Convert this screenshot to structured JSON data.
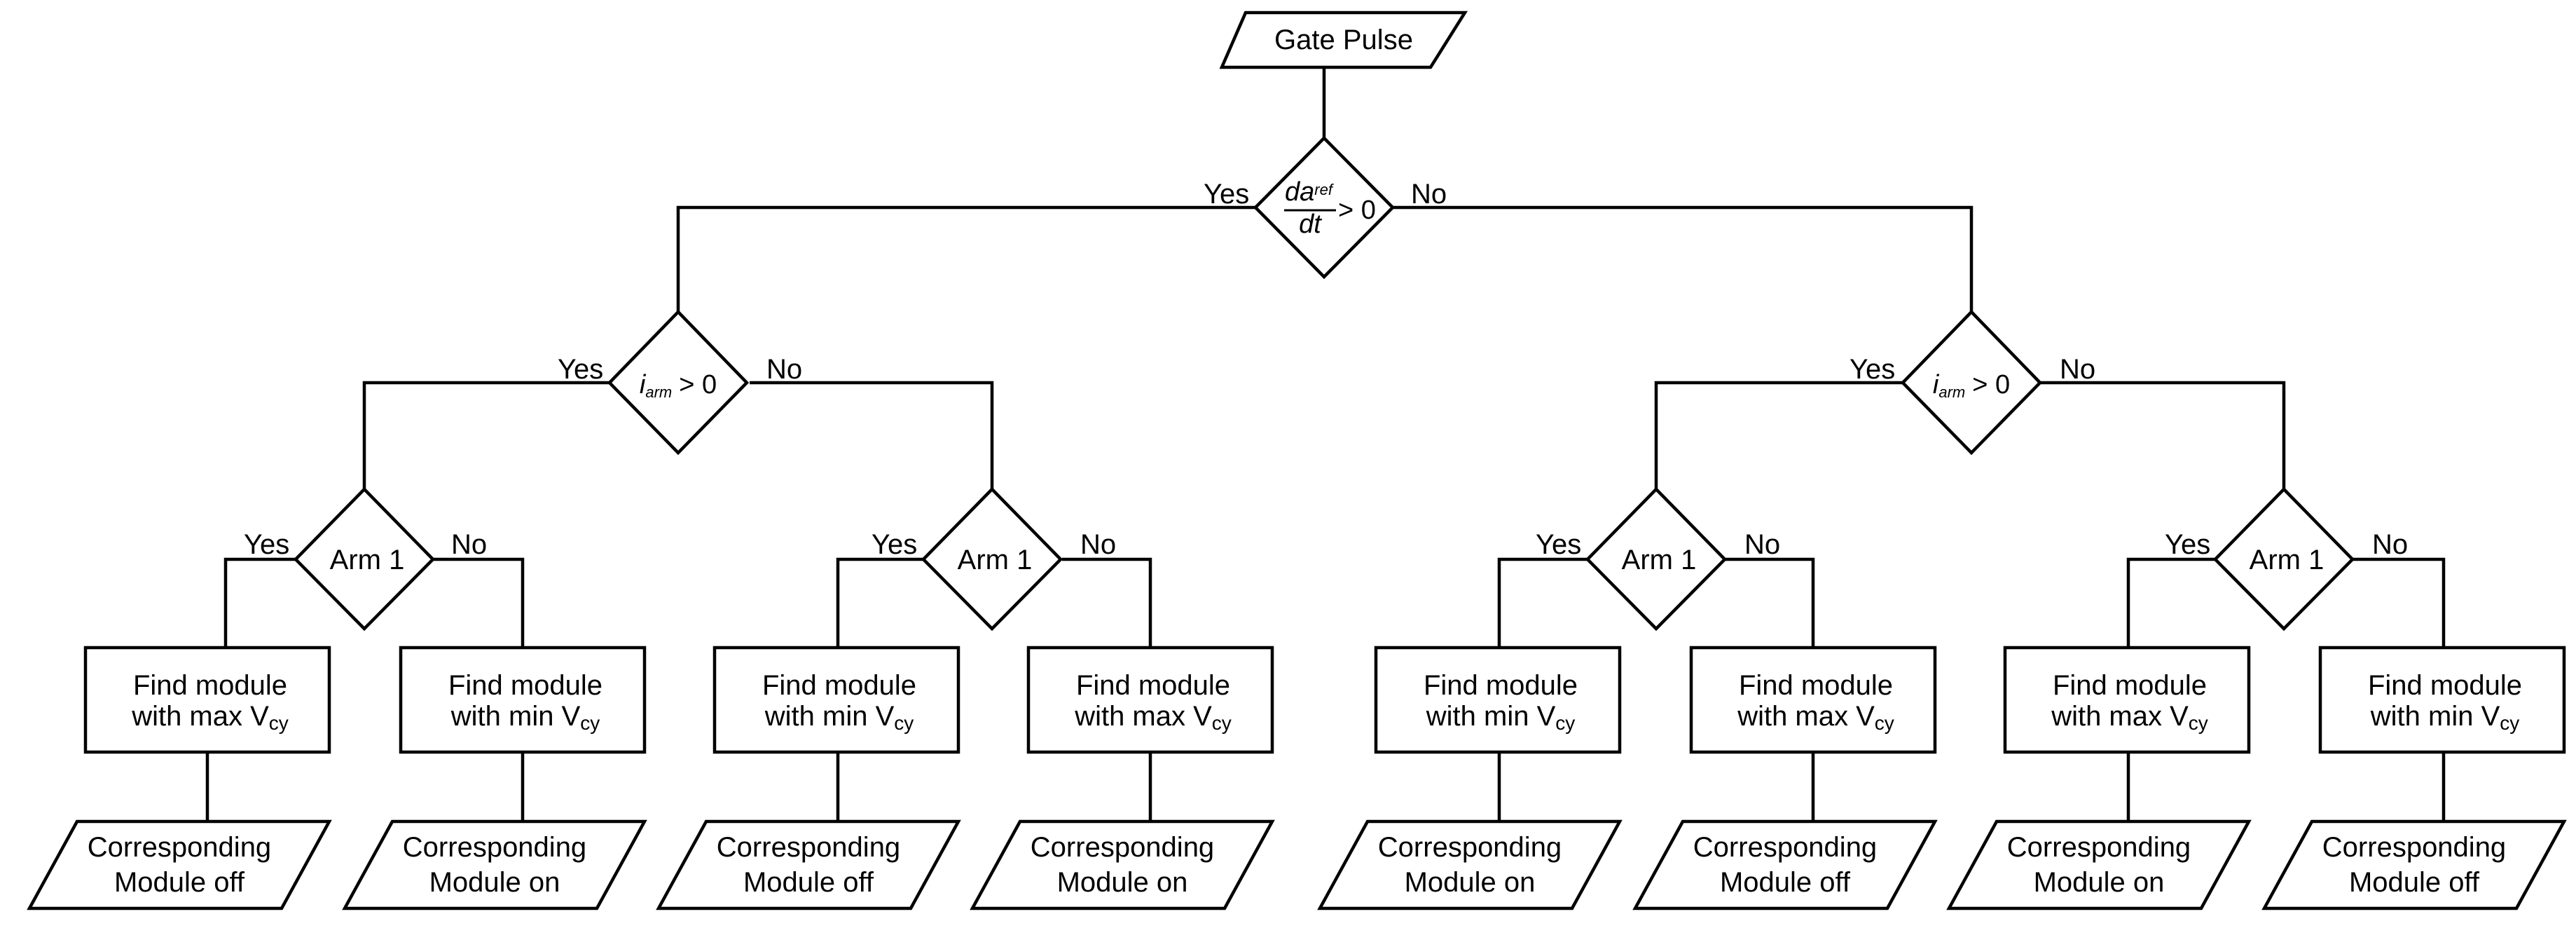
{
  "start": {
    "label": "Gate Pulse"
  },
  "root_decision": {
    "numerator": "da",
    "numerator_sub": "ref",
    "denominator": "dt",
    "comparison": "> 0"
  },
  "current_decision": {
    "symbol": "i",
    "symbol_sub": "arm",
    "comparison": "> 0"
  },
  "arm_decision": {
    "label": "Arm 1"
  },
  "branch_labels": {
    "yes": "Yes",
    "no": "No"
  },
  "actions": [
    {
      "line1": "Find module",
      "line2": "with max V",
      "sub": "cy"
    },
    {
      "line1": "Find module",
      "line2": "with min V",
      "sub": "cy"
    },
    {
      "line1": "Find module",
      "line2": "with min V",
      "sub": "cy"
    },
    {
      "line1": "Find module",
      "line2": "with max V",
      "sub": "cy"
    },
    {
      "line1": "Find module",
      "line2": "with min V",
      "sub": "cy"
    },
    {
      "line1": "Find module",
      "line2": "with max V",
      "sub": "cy"
    },
    {
      "line1": "Find module",
      "line2": "with max V",
      "sub": "cy"
    },
    {
      "line1": "Find module",
      "line2": "with min V",
      "sub": "cy"
    }
  ],
  "outputs": [
    {
      "line1": "Corresponding",
      "line2": "Module off"
    },
    {
      "line1": "Corresponding",
      "line2": "Module on"
    },
    {
      "line1": "Corresponding",
      "line2": "Module off"
    },
    {
      "line1": "Corresponding",
      "line2": "Module on"
    },
    {
      "line1": "Corresponding",
      "line2": "Module on"
    },
    {
      "line1": "Corresponding",
      "line2": "Module off"
    },
    {
      "line1": "Corresponding",
      "line2": "Module on"
    },
    {
      "line1": "Corresponding",
      "line2": "Module off"
    }
  ]
}
